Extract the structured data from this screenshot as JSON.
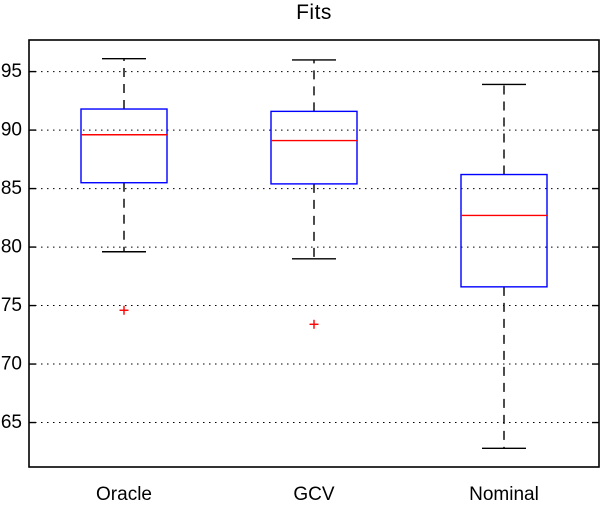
{
  "chart_data": {
    "type": "boxplot",
    "title": "Fits",
    "categories": [
      "Oracle",
      "GCV",
      "Nominal"
    ],
    "series": [
      {
        "name": "Oracle",
        "whisker_low": 79.6,
        "q1": 85.5,
        "median": 89.6,
        "q3": 91.8,
        "whisker_high": 96.1,
        "outliers": [
          74.6
        ]
      },
      {
        "name": "GCV",
        "whisker_low": 79.0,
        "q1": 85.4,
        "median": 89.1,
        "q3": 91.6,
        "whisker_high": 96.0,
        "outliers": [
          73.4
        ]
      },
      {
        "name": "Nominal",
        "whisker_low": 62.8,
        "q1": 76.6,
        "median": 82.7,
        "q3": 86.2,
        "whisker_high": 93.9,
        "outliers": []
      }
    ],
    "ylim": [
      61.2,
      97.7
    ],
    "yticks": [
      65,
      70,
      75,
      80,
      85,
      90,
      95
    ],
    "grid": "dotted-horizontal",
    "legend": "none",
    "colors": {
      "box": "#0000ff",
      "median": "#ff0000",
      "whisker": "#000000",
      "outlier": "#ff0000",
      "grid": "#000000",
      "axis": "#000000",
      "background": "#ffffff"
    }
  }
}
